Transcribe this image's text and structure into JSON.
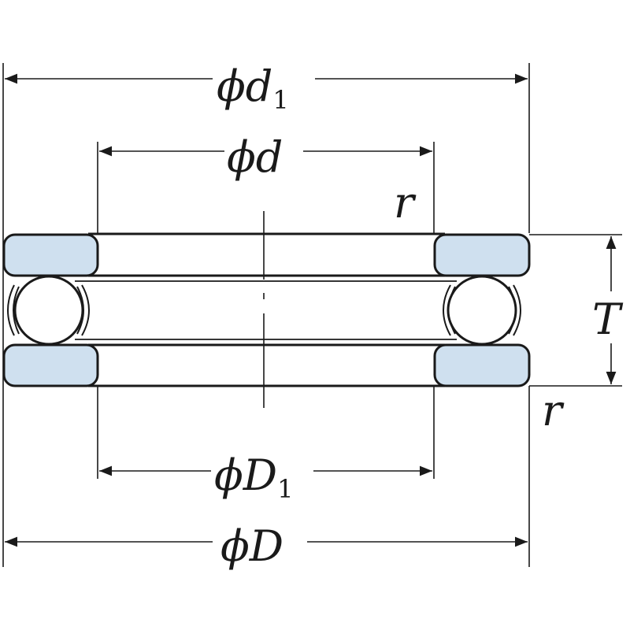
{
  "labels": {
    "outer_washer_diameter": {
      "symbol": "ϕd",
      "subscript": "1"
    },
    "bore_diameter": {
      "symbol": "ϕd",
      "subscript": ""
    },
    "housing_washer_bore": {
      "symbol": "ϕD",
      "subscript": "1"
    },
    "outside_diameter": {
      "symbol": "ϕD",
      "subscript": ""
    },
    "height": "T",
    "chamfer_top": "r",
    "chamfer_bottom": "r"
  },
  "colors": {
    "washer_fill": "#cfe0ef",
    "line": "#1a1a1a",
    "background": "#ffffff"
  }
}
